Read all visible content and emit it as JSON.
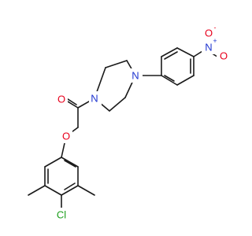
{
  "structure": {
    "colors": {
      "bond": "#1a1a1a",
      "oxygen": "#e8001c",
      "nitrogen": "#1f35d0",
      "chlorine": "#1a9e1a"
    },
    "labels": {
      "carbonyl_o": "O",
      "ether_o": "O",
      "piperazine_n_amide": "N",
      "piperazine_n_aryl": "N",
      "nitro_n": "N",
      "nitro_n_charge": "+",
      "nitro_o_single": "O",
      "nitro_o_single_charge": "-",
      "nitro_o_double": "O",
      "chlorine": "Cl"
    }
  }
}
